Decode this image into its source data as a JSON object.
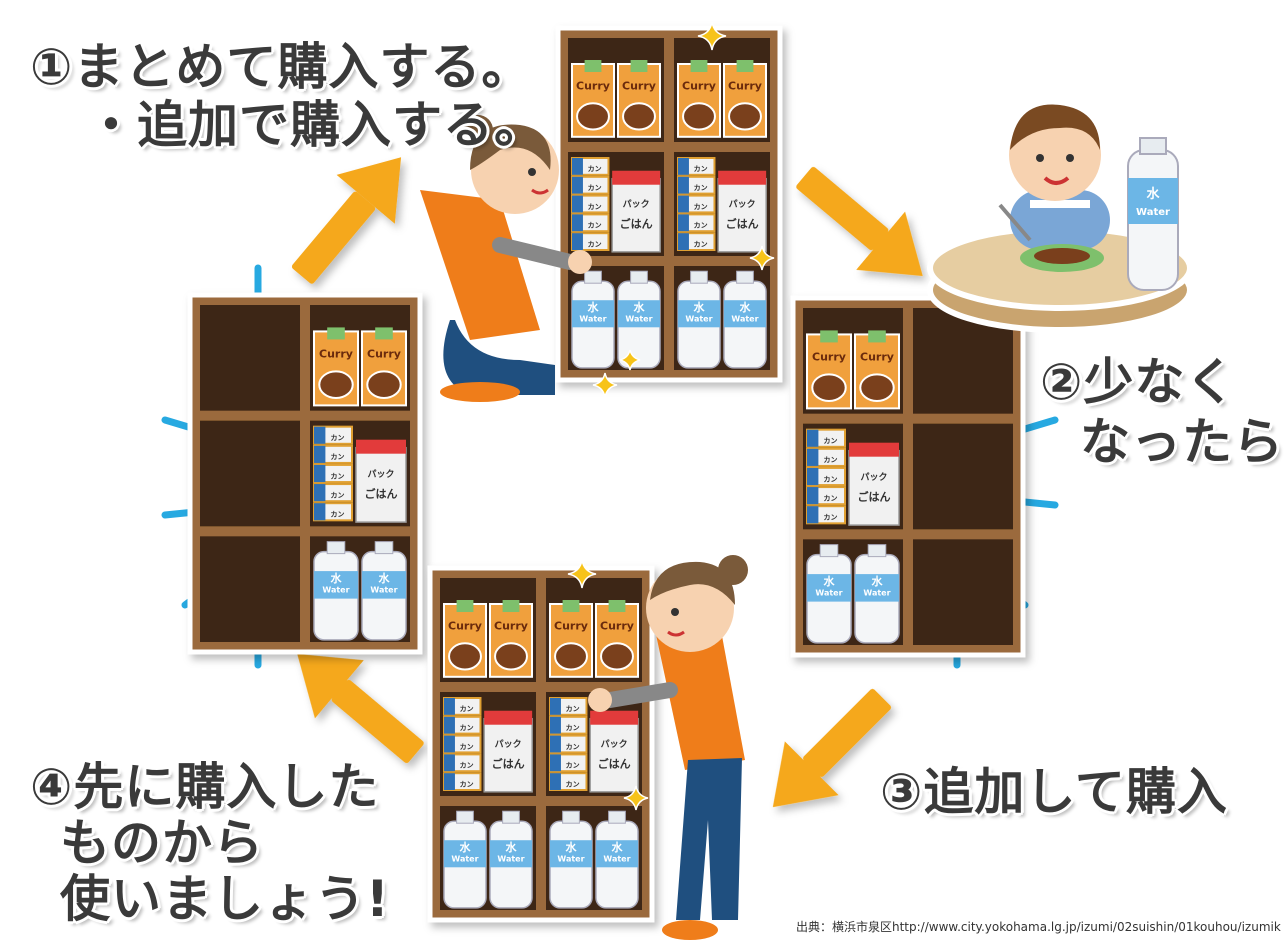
{
  "steps": {
    "step1_line1": "①まとめて購入する。",
    "step1_line2": "・追加で購入する。",
    "step2_line1": "②少なく",
    "step2_line2": "なったら",
    "step3": "③追加して購入",
    "step4_line1": "④先に購入した",
    "step4_line2": "ものから",
    "step4_line3": "使いましょう!"
  },
  "shelf_labels": {
    "curry": "Curry",
    "water_kanji": "水",
    "water": "Water",
    "pack_rice_top": "パック",
    "pack_rice_bottom": "ごはん",
    "can": "カン"
  },
  "credit": "出典：横浜市泉区http://www.city.yokohama.lg.jp/izumi/02suishin/01kouhou/izumik",
  "colors": {
    "shelf_wood": "#9b6a3c",
    "shelf_inside": "#3d2613",
    "arrow": "#f5a81c",
    "curry_box": "#f0a03c",
    "water_label": "#6cb6e6",
    "shirt": "#ef7d1a",
    "pants": "#1f4f7f",
    "sparkle": "#f7c31a",
    "burst": "#27a9e1"
  }
}
